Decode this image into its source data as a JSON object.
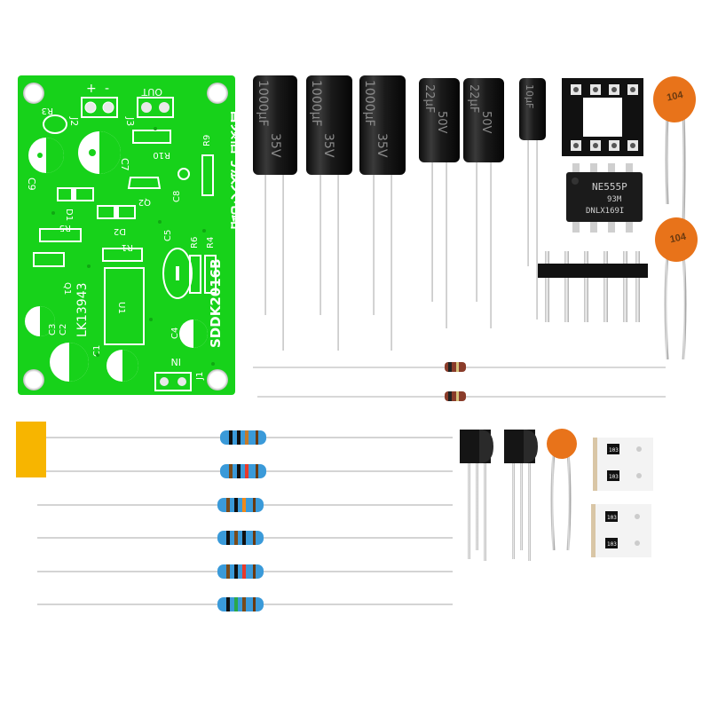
{
  "colors": {
    "pcb": "#17d21a",
    "silk": "#ffffff",
    "cap_body": "#1a1a1a",
    "ceramic": "#e8731a",
    "lead": "#d9d9d9",
    "resistor_body": "#3a9ad9",
    "yellow_tab": "#f7b500"
  },
  "pcb": {
    "title_cn": "音频信号放大电路",
    "model": "SDDK2016B",
    "code": "LK13943",
    "labels": {
      "j2": "J2",
      "j3": "J3",
      "j1": "J1",
      "out": "OUT",
      "in": "IN",
      "plus": "+",
      "minus": "-",
      "c9": "C9",
      "c7": "C7",
      "c8": "C8",
      "c5": "C5",
      "c4": "C4",
      "c2": "C2",
      "c3": "C3",
      "c1": "C1",
      "r9": "R9",
      "r10": "R10",
      "r6": "R6",
      "r4": "R4",
      "r5": "R5",
      "r1": "R1",
      "q1": "Q1",
      "q2": "Q2",
      "u1": "U1",
      "d2": "D2",
      "d1": "D1",
      "r3": "R3"
    }
  },
  "caps_large": [
    {
      "value": "1000μF",
      "voltage": "35V"
    },
    {
      "value": "1000μF",
      "voltage": "35V"
    },
    {
      "value": "1000μF",
      "voltage": "35V"
    }
  ],
  "caps_medium": [
    {
      "value": "22μF",
      "voltage": "50V"
    },
    {
      "value": "22μF",
      "voltage": "50V"
    }
  ],
  "cap_small": {
    "value": "10μF"
  },
  "ceramic_caps": [
    "104",
    "104"
  ],
  "ic": {
    "line1": "NE555P",
    "line2": "93M",
    "line3": "DNLX169I"
  },
  "smd_tapes": [
    "103",
    "103",
    "103",
    "103"
  ]
}
